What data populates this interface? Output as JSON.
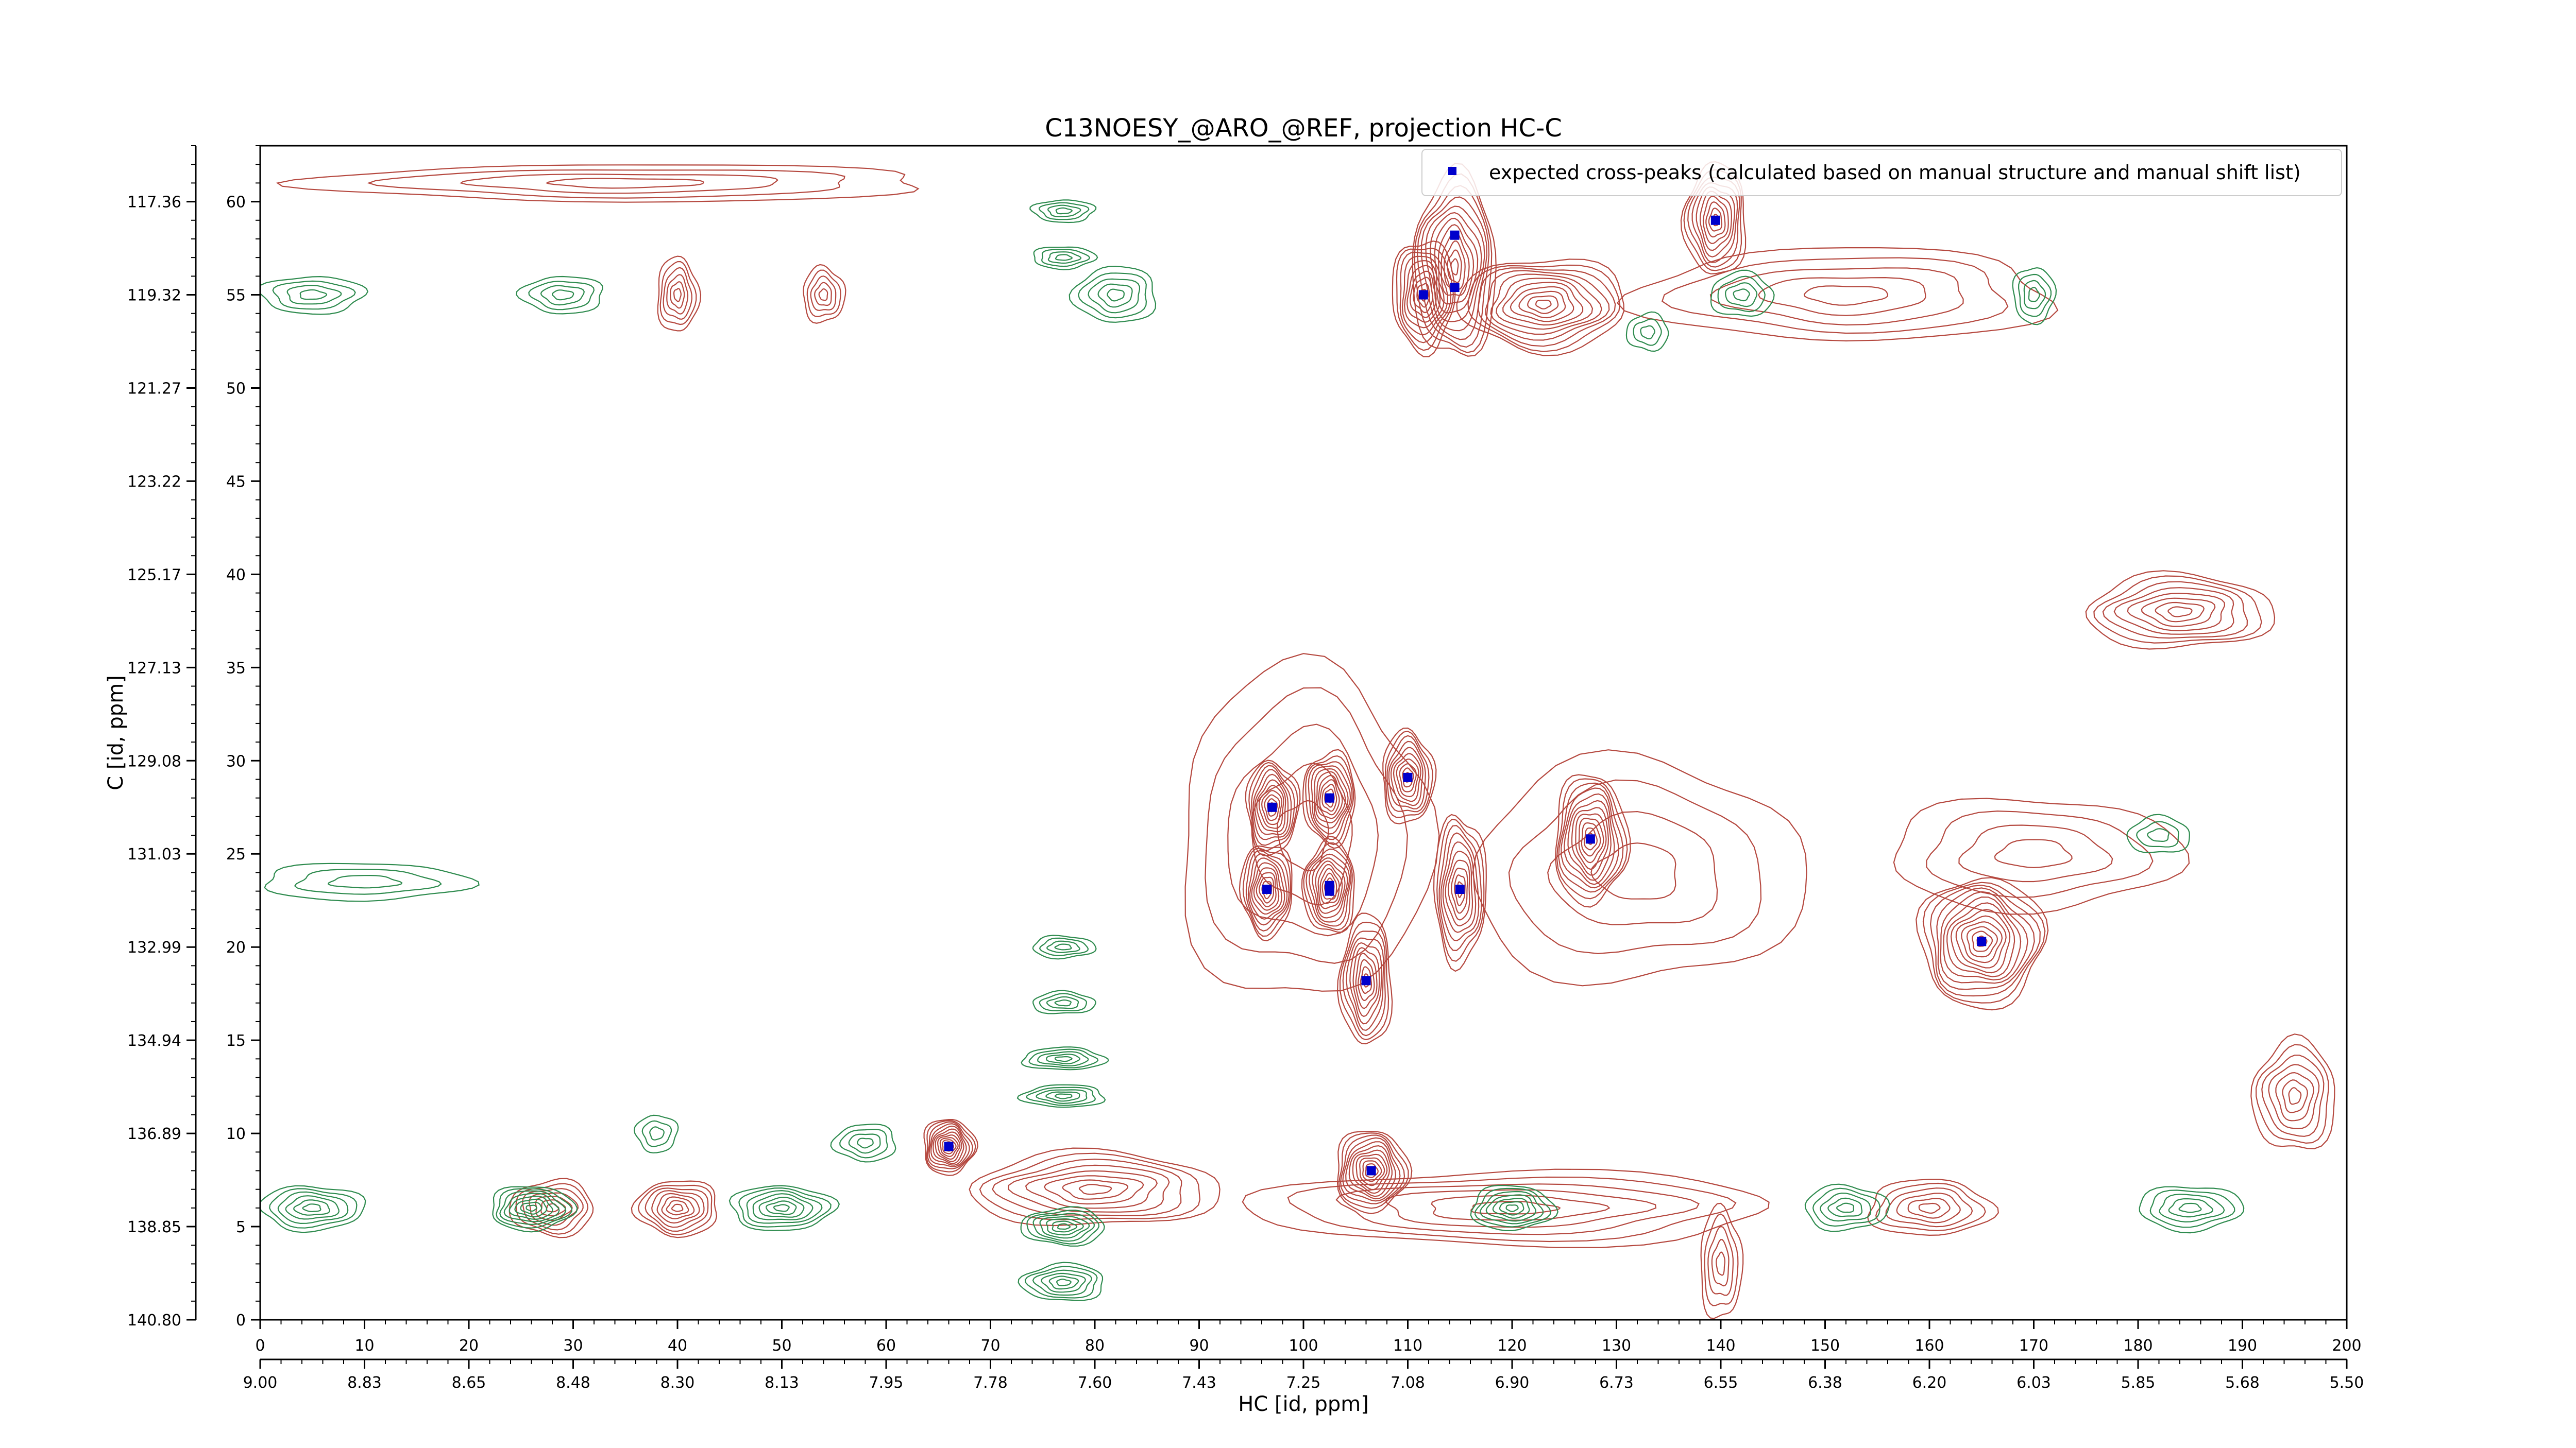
{
  "chart_data": {
    "type": "scatter",
    "title": "C13NOESY_@ARO_@REF, projection HC-C",
    "xlabel": "HC [id, ppm]",
    "ylabel": "C [id, ppm]",
    "xlim": [
      0,
      200
    ],
    "ylim": [
      0,
      63
    ],
    "x_ticks": [
      0,
      10,
      20,
      30,
      40,
      50,
      60,
      70,
      80,
      90,
      100,
      110,
      120,
      130,
      140,
      150,
      160,
      170,
      180,
      190,
      200
    ],
    "y_ticks": [
      0,
      5,
      10,
      15,
      20,
      25,
      30,
      35,
      40,
      45,
      50,
      55,
      60
    ],
    "x_ppm_labels": [
      "9.00",
      "8.83",
      "8.65",
      "8.48",
      "8.30",
      "8.13",
      "7.95",
      "7.78",
      "7.60",
      "7.43",
      "7.25",
      "7.08",
      "6.90",
      "6.73",
      "6.55",
      "6.38",
      "6.20",
      "6.03",
      "5.85",
      "5.68",
      "5.50"
    ],
    "y_ppm_labels": [
      "140.80",
      "138.85",
      "136.89",
      "134.94",
      "132.99",
      "131.03",
      "129.08",
      "127.13",
      "125.17",
      "123.22",
      "121.27",
      "119.32",
      "117.36"
    ],
    "legend": {
      "position": "top-right"
    },
    "grid": false,
    "series": [
      {
        "name": "expected cross-peaks (calculated based on manual structure and manual shift list)",
        "color": "#0000cc",
        "marker": "square",
        "points": [
          [
            66,
            9.3
          ],
          [
            97,
            27.5
          ],
          [
            96.5,
            23.1
          ],
          [
            102.5,
            28
          ],
          [
            102.5,
            23.3
          ],
          [
            102.5,
            23.0
          ],
          [
            106,
            18.2
          ],
          [
            106.5,
            8
          ],
          [
            110,
            29.1
          ],
          [
            115,
            23.1
          ],
          [
            111.5,
            55
          ],
          [
            114.5,
            55.4
          ],
          [
            114.5,
            58.2
          ],
          [
            127.5,
            25.8
          ],
          [
            139.5,
            59
          ],
          [
            165,
            20.3
          ]
        ]
      }
    ],
    "contours": {
      "positive_color": "#b5483f",
      "negative_color": "#2e8b4e",
      "positive": [
        {
          "x": 66,
          "y": 9.3,
          "sx": 2.5,
          "sy": 1.5,
          "n": 12
        },
        {
          "x": 97,
          "y": 27.5,
          "sx": 2.5,
          "sy": 2.5,
          "n": 11
        },
        {
          "x": 96.5,
          "y": 23.1,
          "sx": 2.5,
          "sy": 2.5,
          "n": 11
        },
        {
          "x": 102.5,
          "y": 28,
          "sx": 2.5,
          "sy": 2.5,
          "n": 11
        },
        {
          "x": 102.5,
          "y": 23.2,
          "sx": 2.5,
          "sy": 2.5,
          "n": 11
        },
        {
          "x": 106,
          "y": 18.2,
          "sx": 2.5,
          "sy": 3.5,
          "n": 10
        },
        {
          "x": 106.5,
          "y": 8,
          "sx": 3.5,
          "sy": 2.2,
          "n": 12
        },
        {
          "x": 110,
          "y": 29.1,
          "sx": 2.5,
          "sy": 2.5,
          "n": 10
        },
        {
          "x": 115,
          "y": 23.1,
          "sx": 2.5,
          "sy": 4,
          "n": 10
        },
        {
          "x": 111.5,
          "y": 55,
          "sx": 3,
          "sy": 3,
          "n": 10
        },
        {
          "x": 114.5,
          "y": 56.5,
          "sx": 4,
          "sy": 5,
          "n": 12
        },
        {
          "x": 139.5,
          "y": 59,
          "sx": 3,
          "sy": 3,
          "n": 10
        },
        {
          "x": 127.5,
          "y": 25.8,
          "sx": 3.5,
          "sy": 3.5,
          "n": 12
        },
        {
          "x": 165,
          "y": 20.3,
          "sx": 6,
          "sy": 3.5,
          "n": 13
        },
        {
          "x": 184,
          "y": 38,
          "sx": 9,
          "sy": 2,
          "n": 8
        },
        {
          "x": 123,
          "y": 54.5,
          "sx": 8,
          "sy": 2.5,
          "n": 11
        },
        {
          "x": 100,
          "y": 26,
          "sx": 12,
          "sy": 9,
          "n": 5
        },
        {
          "x": 132,
          "y": 24,
          "sx": 16,
          "sy": 6,
          "n": 4
        },
        {
          "x": 170,
          "y": 25,
          "sx": 14,
          "sy": 3,
          "n": 4
        },
        {
          "x": 120,
          "y": 6,
          "sx": 25,
          "sy": 2,
          "n": 6
        },
        {
          "x": 80,
          "y": 7,
          "sx": 12,
          "sy": 2,
          "n": 8
        },
        {
          "x": 152,
          "y": 55,
          "sx": 20,
          "sy": 2.5,
          "n": 5
        },
        {
          "x": 40,
          "y": 55,
          "sx": 2,
          "sy": 2,
          "n": 6
        },
        {
          "x": 54,
          "y": 55,
          "sx": 2,
          "sy": 1.5,
          "n": 5
        },
        {
          "x": 40,
          "y": 6,
          "sx": 4,
          "sy": 1.5,
          "n": 8
        },
        {
          "x": 28,
          "y": 6,
          "sx": 4,
          "sy": 1.5,
          "n": 7
        },
        {
          "x": 195,
          "y": 12,
          "sx": 4,
          "sy": 3,
          "n": 7
        },
        {
          "x": 35,
          "y": 61,
          "sx": 30,
          "sy": 1,
          "n": 4
        },
        {
          "x": 160,
          "y": 6,
          "sx": 6,
          "sy": 1.5,
          "n": 6
        },
        {
          "x": 140,
          "y": 3,
          "sx": 2,
          "sy": 3,
          "n": 5
        }
      ],
      "negative": [
        {
          "x": 77,
          "y": 5,
          "sx": 4,
          "sy": 1,
          "n": 7
        },
        {
          "x": 77,
          "y": 2,
          "sx": 4,
          "sy": 1,
          "n": 6
        },
        {
          "x": 77,
          "y": 12,
          "sx": 4,
          "sy": 0.6,
          "n": 5
        },
        {
          "x": 77,
          "y": 14,
          "sx": 4,
          "sy": 0.6,
          "n": 5
        },
        {
          "x": 77,
          "y": 17,
          "sx": 3,
          "sy": 0.6,
          "n": 4
        },
        {
          "x": 77,
          "y": 20,
          "sx": 3,
          "sy": 0.6,
          "n": 4
        },
        {
          "x": 77,
          "y": 57,
          "sx": 3,
          "sy": 0.6,
          "n": 4
        },
        {
          "x": 77,
          "y": 59.5,
          "sx": 3,
          "sy": 0.6,
          "n": 4
        },
        {
          "x": 82,
          "y": 55,
          "sx": 4,
          "sy": 1.5,
          "n": 5
        },
        {
          "x": 26,
          "y": 6,
          "sx": 4,
          "sy": 1.2,
          "n": 8
        },
        {
          "x": 50,
          "y": 6,
          "sx": 5,
          "sy": 1.2,
          "n": 7
        },
        {
          "x": 5,
          "y": 6,
          "sx": 5,
          "sy": 1.2,
          "n": 6
        },
        {
          "x": 10,
          "y": 23.5,
          "sx": 10,
          "sy": 1,
          "n": 3
        },
        {
          "x": 5,
          "y": 55,
          "sx": 5,
          "sy": 1,
          "n": 4
        },
        {
          "x": 29,
          "y": 55,
          "sx": 4,
          "sy": 1,
          "n": 4
        },
        {
          "x": 120,
          "y": 6,
          "sx": 4,
          "sy": 1.2,
          "n": 7
        },
        {
          "x": 142,
          "y": 55,
          "sx": 3,
          "sy": 1.2,
          "n": 4
        },
        {
          "x": 152,
          "y": 6,
          "sx": 4,
          "sy": 1.2,
          "n": 5
        },
        {
          "x": 185,
          "y": 6,
          "sx": 5,
          "sy": 1.2,
          "n": 5
        },
        {
          "x": 170,
          "y": 55,
          "sx": 2,
          "sy": 1.5,
          "n": 4
        },
        {
          "x": 38,
          "y": 10,
          "sx": 2,
          "sy": 1,
          "n": 3
        },
        {
          "x": 58,
          "y": 9.5,
          "sx": 3,
          "sy": 1,
          "n": 4
        },
        {
          "x": 133,
          "y": 53,
          "sx": 2,
          "sy": 1,
          "n": 3
        },
        {
          "x": 182,
          "y": 26,
          "sx": 3,
          "sy": 1,
          "n": 3
        }
      ]
    }
  }
}
